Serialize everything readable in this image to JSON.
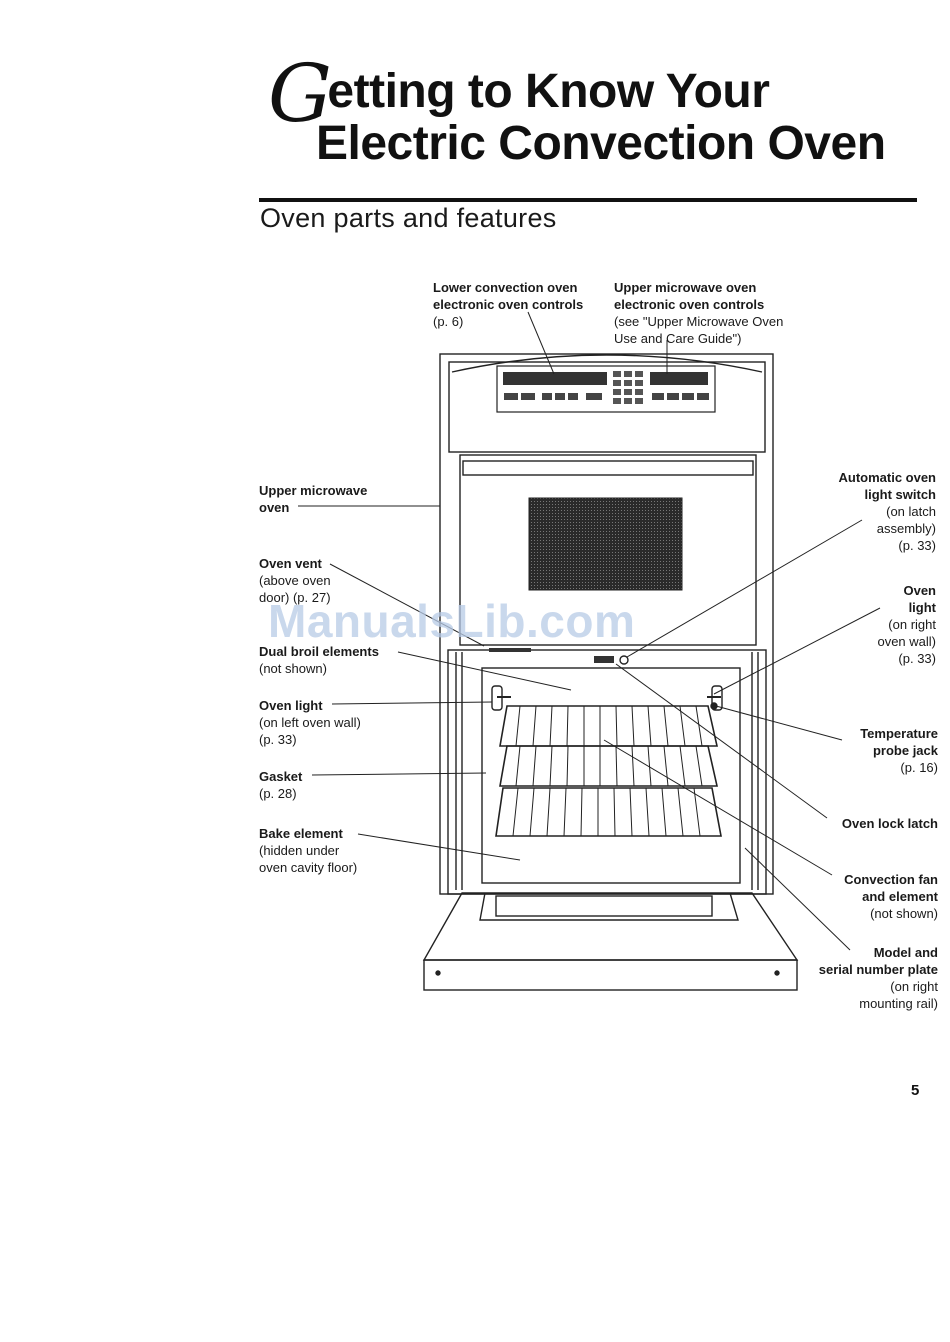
{
  "title": {
    "drop_cap": "G",
    "line1_rest": "etting to Know Your",
    "line2": "Electric Convection Oven"
  },
  "subtitle": "Oven parts and features",
  "callouts": {
    "lower_controls": {
      "l1": "Lower convection oven",
      "l2": "electronic oven controls",
      "l3": "(p. 6)"
    },
    "upper_controls": {
      "l1": "Upper microwave oven",
      "l2": "electronic oven controls",
      "l3": "(see \"Upper Microwave Oven",
      "l4": "Use and Care Guide\")"
    },
    "upper_microwave": {
      "l1": "Upper microwave",
      "l2": "oven"
    },
    "oven_vent": {
      "l1": "Oven vent",
      "l2": "(above oven",
      "l3": "door) (p. 27)"
    },
    "dual_broil": {
      "l1": "Dual broil elements",
      "l2": "(not shown)"
    },
    "oven_light_left": {
      "l1": "Oven light",
      "l2": "(on left oven wall)",
      "l3": "(p. 33)"
    },
    "gasket": {
      "l1": "Gasket",
      "l2": "(p. 28)"
    },
    "bake_element": {
      "l1": "Bake element",
      "l2": "(hidden under",
      "l3": "oven cavity floor)"
    },
    "auto_light_switch": {
      "l1": "Automatic oven",
      "l2": "light switch",
      "l3": "(on latch",
      "l4": "assembly)",
      "l5": "(p. 33)"
    },
    "oven_light_right": {
      "l1": "Oven",
      "l2": "light",
      "l3": "(on right",
      "l4": "oven wall)",
      "l5": "(p. 33)"
    },
    "temp_probe": {
      "l1": "Temperature",
      "l2": "probe jack",
      "l3": "(p. 16)"
    },
    "lock_latch": {
      "l1": "Oven lock latch"
    },
    "convection_fan": {
      "l1": "Convection fan",
      "l2": "and element",
      "l3": "(not shown)"
    },
    "model_plate": {
      "l1": "Model and",
      "l2": "serial number plate",
      "l3": "(on right",
      "l4": "mounting rail)"
    }
  },
  "watermark": "ManualsLib.com",
  "page_number": "5"
}
